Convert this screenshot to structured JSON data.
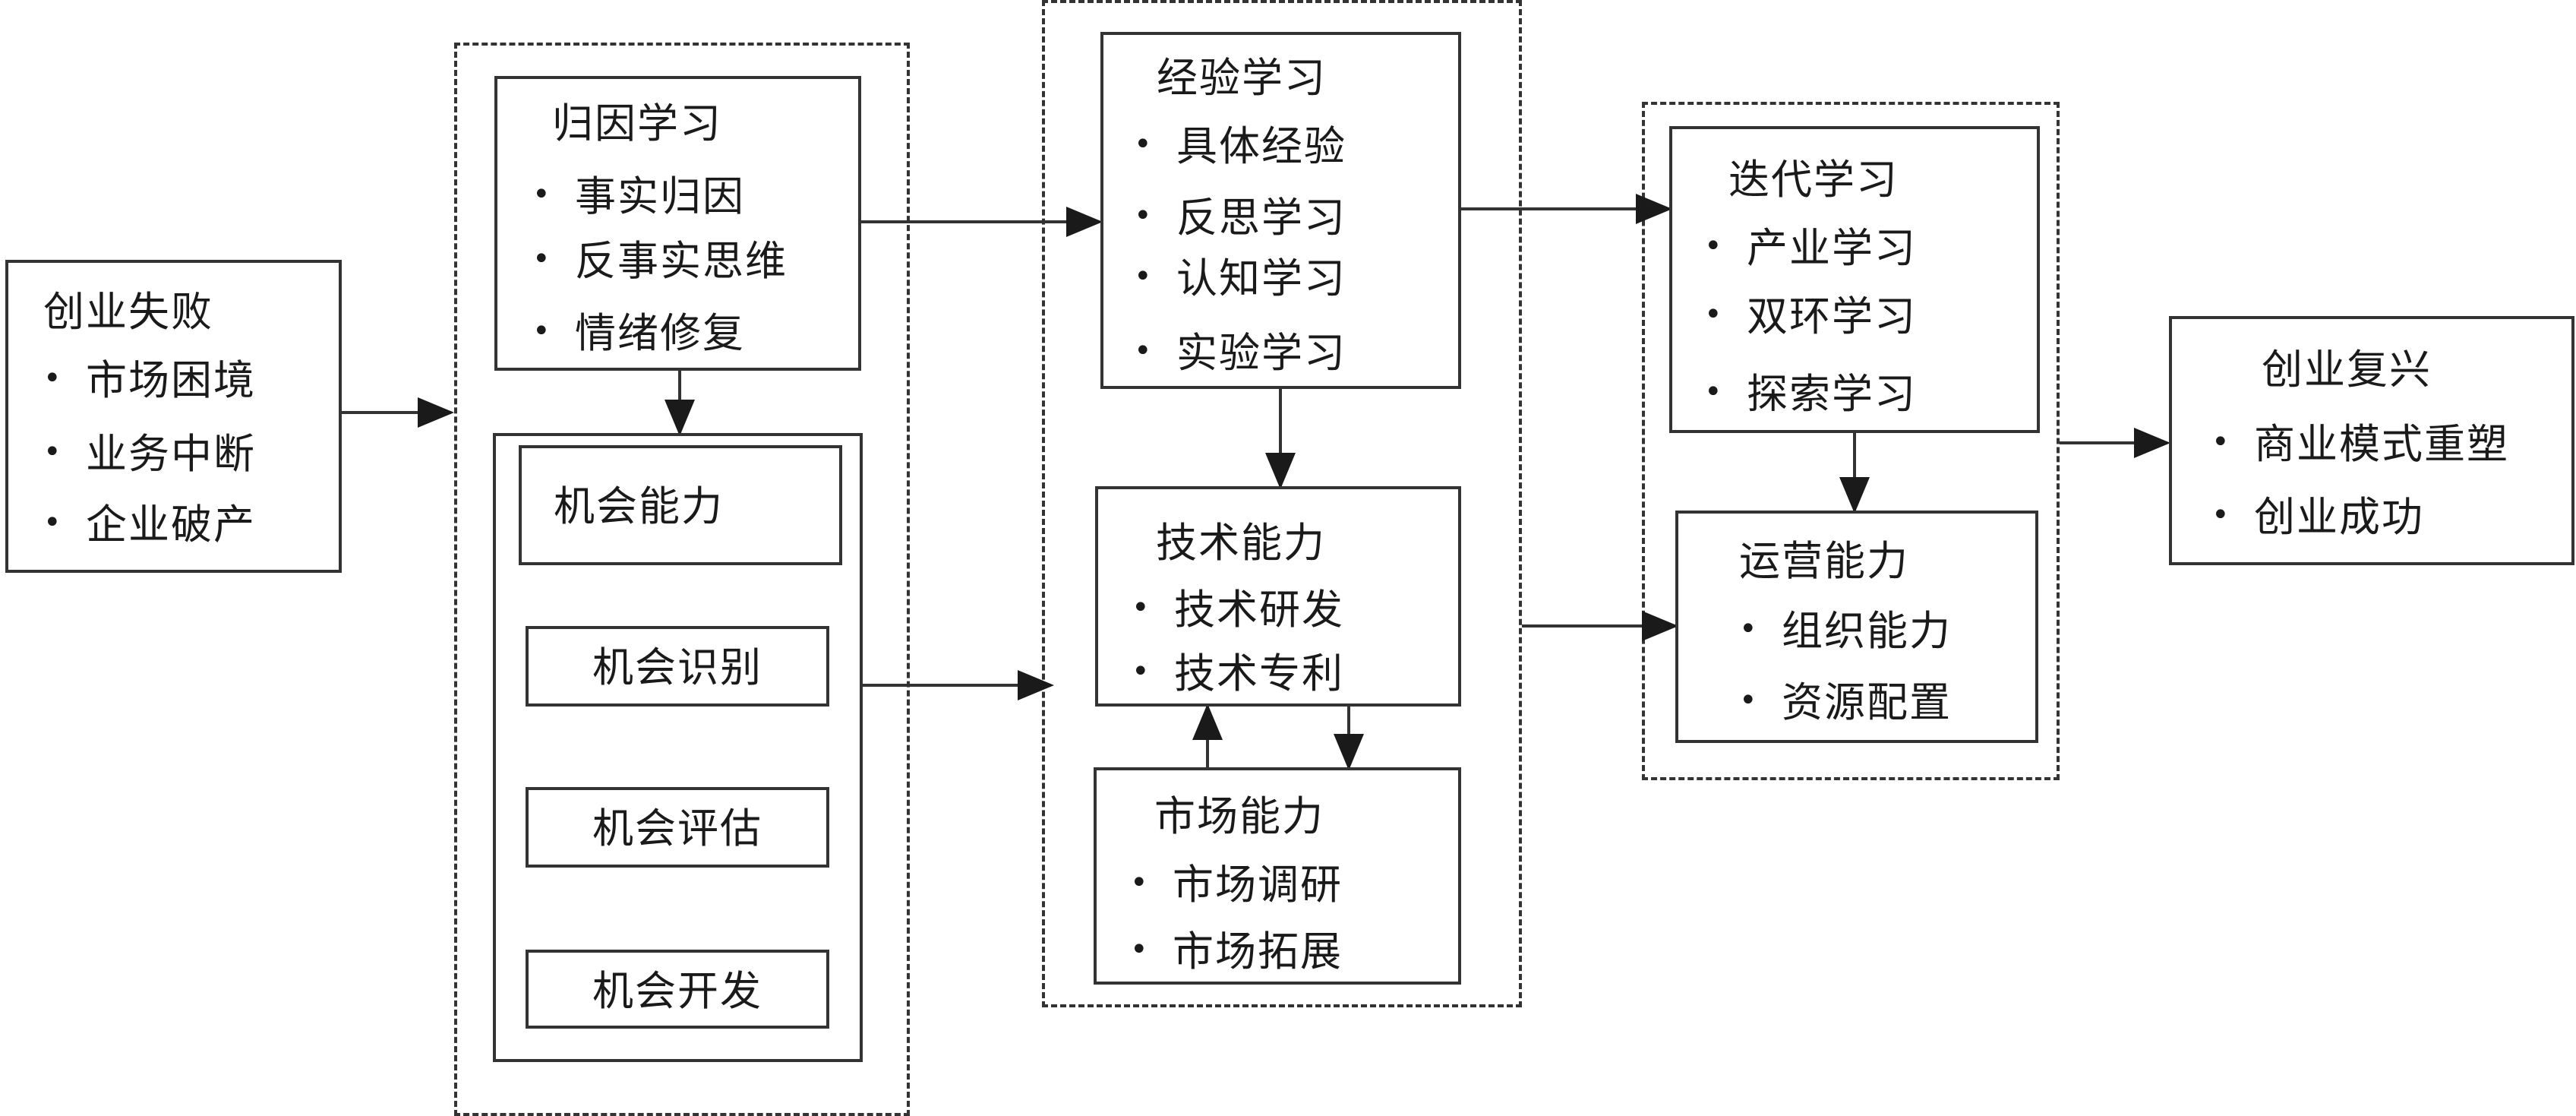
{
  "failure": {
    "title": "创业失败",
    "items": [
      "市场困境",
      "业务中断",
      "企业破产"
    ]
  },
  "attribution": {
    "title": "归因学习",
    "items": [
      "事实归因",
      "反事实思维",
      "情绪修复"
    ]
  },
  "opportunity": {
    "title": "机会能力",
    "steps": [
      "机会识别",
      "机会评估",
      "机会开发"
    ]
  },
  "experience": {
    "title": "经验学习",
    "items": [
      "具体经验",
      "反思学习",
      "认知学习",
      "实验学习"
    ]
  },
  "technology": {
    "title": "技术能力",
    "items": [
      "技术研发",
      "技术专利"
    ]
  },
  "market": {
    "title": "市场能力",
    "items": [
      "市场调研",
      "市场拓展"
    ]
  },
  "iteration": {
    "title": "迭代学习",
    "items": [
      "产业学习",
      "双环学习",
      "探索学习"
    ]
  },
  "operation": {
    "title": "运营能力",
    "items": [
      "组织能力",
      "资源配置"
    ]
  },
  "revival": {
    "title": "创业复兴",
    "items": [
      "商业模式重塑",
      "创业成功"
    ]
  }
}
